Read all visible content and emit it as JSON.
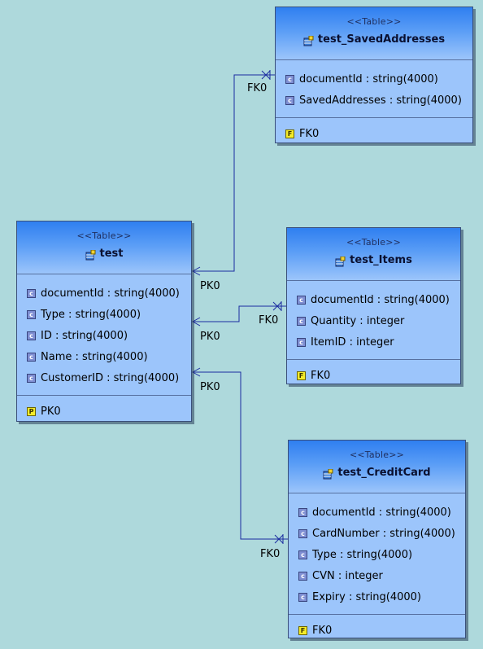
{
  "tables": {
    "test": {
      "stereotype": "<<Table>>",
      "name": "test",
      "columns": [
        "documentId : string(4000)",
        "Type : string(4000)",
        "ID : string(4000)",
        "Name : string(4000)",
        "CustomerID : string(4000)"
      ],
      "keys": [
        "PK0"
      ]
    },
    "saved_addresses": {
      "stereotype": "<<Table>>",
      "name": "test_SavedAddresses",
      "columns": [
        "documentId : string(4000)",
        "SavedAddresses : string(4000)"
      ],
      "keys": [
        "FK0"
      ]
    },
    "items": {
      "stereotype": "<<Table>>",
      "name": "test_Items",
      "columns": [
        "documentId : string(4000)",
        "Quantity : integer",
        "ItemID : integer"
      ],
      "keys": [
        "FK0"
      ]
    },
    "credit_card": {
      "stereotype": "<<Table>>",
      "name": "test_CreditCard",
      "columns": [
        "documentId : string(4000)",
        "CardNumber : string(4000)",
        "Type : string(4000)",
        "CVN : integer",
        "Expiry : string(4000)"
      ],
      "keys": [
        "FK0"
      ]
    }
  },
  "relations": [
    {
      "from": "test_SavedAddresses",
      "to": "test",
      "fk_label": "FK0",
      "pk_label": "PK0"
    },
    {
      "from": "test_Items",
      "to": "test",
      "fk_label": "FK0",
      "pk_label": "PK0"
    },
    {
      "from": "test_CreditCard",
      "to": "test",
      "fk_label": "FK0",
      "pk_label": "PK0"
    }
  ],
  "colors": {
    "background": "#aed9dc",
    "table_body": "#9cc5fb",
    "header_top": "#2f7ff0",
    "connector": "#1a2aa0"
  }
}
